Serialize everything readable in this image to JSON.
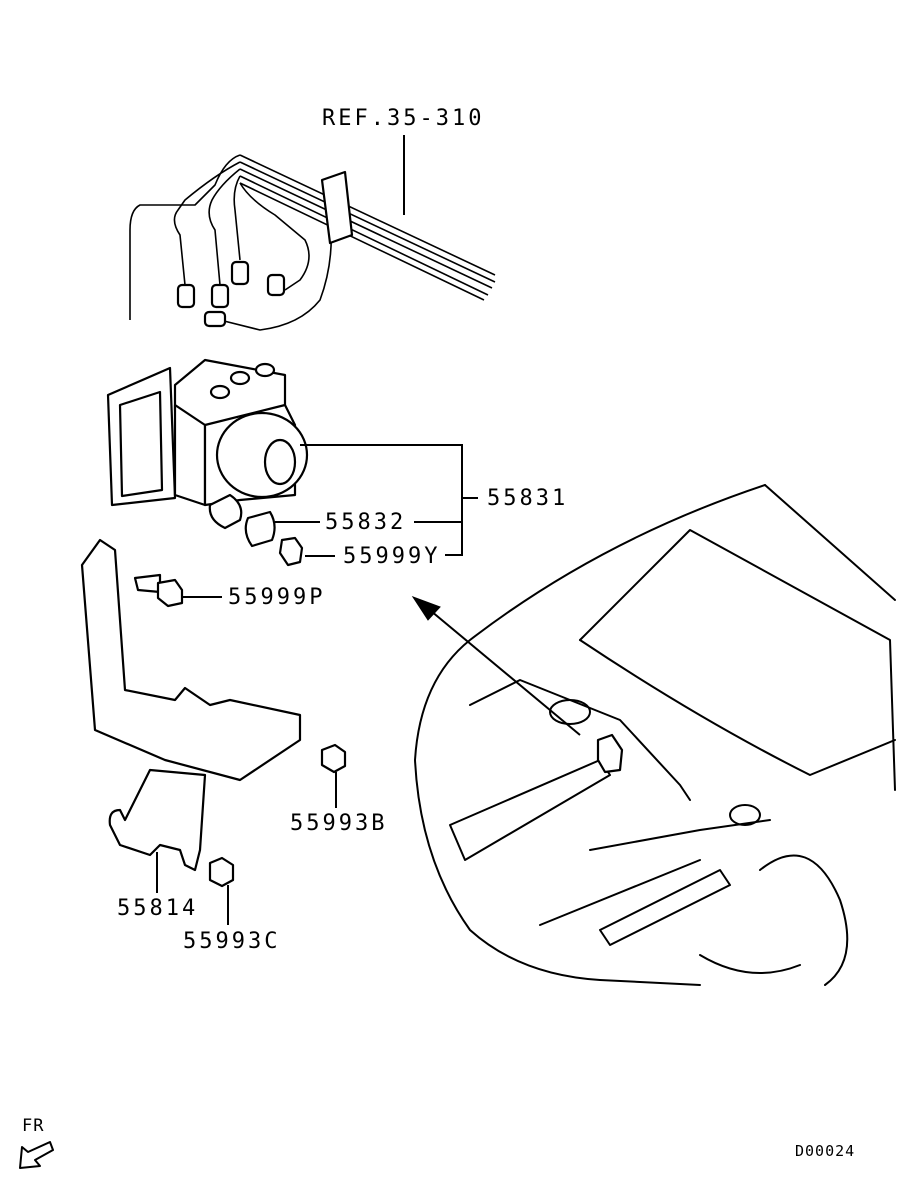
{
  "diagram": {
    "drawing_id": "D00024",
    "front_indicator": "FR",
    "colors": {
      "line": "#000000",
      "background": "#ffffff"
    },
    "callouts": [
      {
        "id": "ref",
        "text": "REF.35-310",
        "describes": "brake tubes"
      },
      {
        "id": "p55831",
        "text": "55831",
        "describes": "ABS hydraulic unit assembly (bracket group)"
      },
      {
        "id": "p55832",
        "text": "55832",
        "describes": "cap / insulator"
      },
      {
        "id": "p55999Y",
        "text": "55999Y",
        "describes": "bolt"
      },
      {
        "id": "p55999P",
        "text": "55999P",
        "describes": "bolt"
      },
      {
        "id": "p55993B",
        "text": "55993B",
        "describes": "nut"
      },
      {
        "id": "p55814",
        "text": "55814",
        "describes": "bracket"
      },
      {
        "id": "p55993C",
        "text": "55993C",
        "describes": "nut"
      }
    ]
  }
}
